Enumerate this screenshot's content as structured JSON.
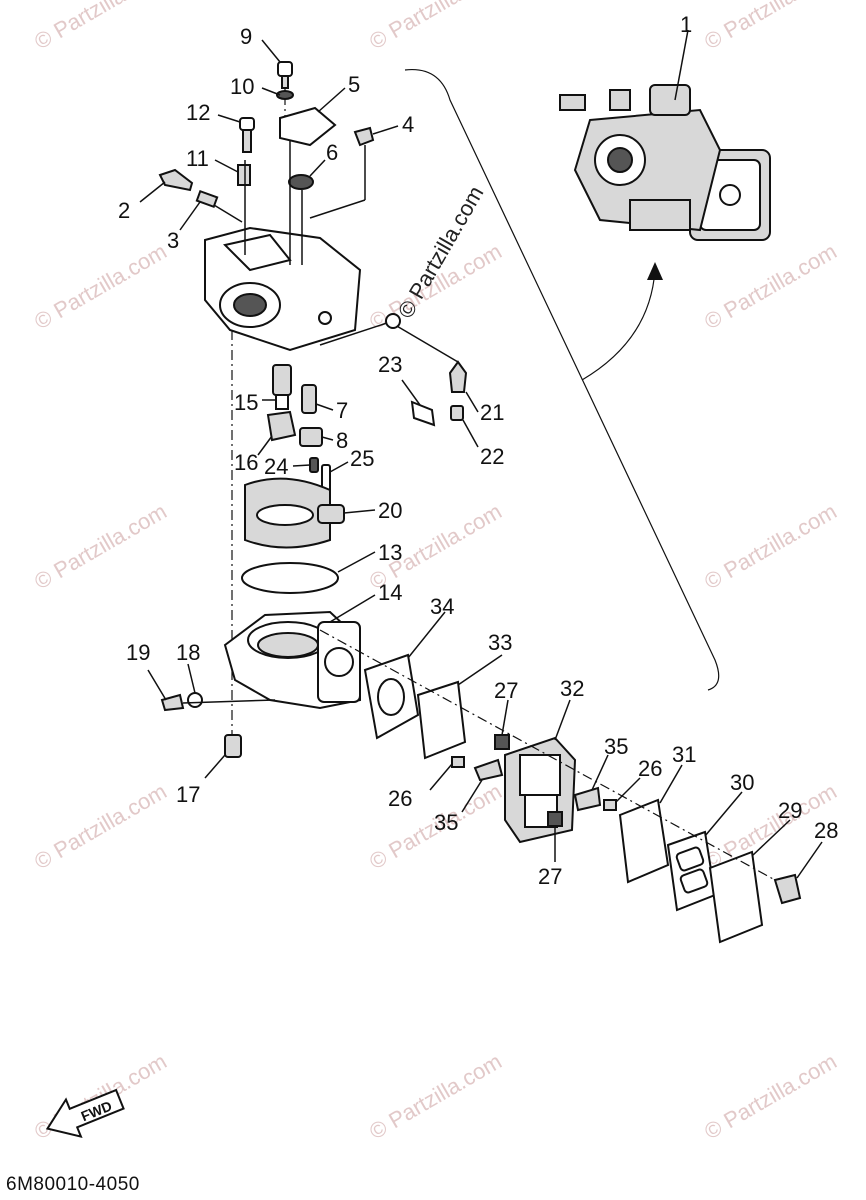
{
  "diagram_code": "6M80010-4050",
  "fwd_label": "FWD",
  "watermark_text": "© Partzilla.com",
  "center_watermark": "© Partzilla.com",
  "callouts": [
    "1",
    "2",
    "3",
    "4",
    "5",
    "6",
    "7",
    "8",
    "9",
    "10",
    "11",
    "12",
    "13",
    "14",
    "15",
    "16",
    "17",
    "18",
    "19",
    "20",
    "21",
    "22",
    "23",
    "24",
    "25",
    "26",
    "26",
    "27",
    "27",
    "28",
    "29",
    "30",
    "31",
    "32",
    "33",
    "34",
    "35",
    "35"
  ]
}
